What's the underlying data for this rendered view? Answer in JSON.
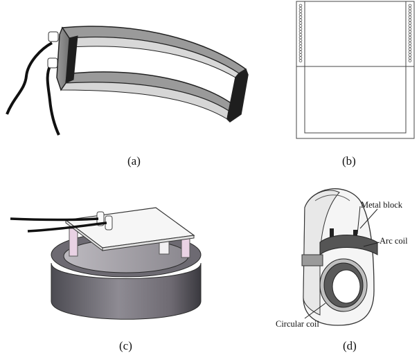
{
  "panels": [
    {
      "id": "a",
      "caption": "(a)"
    },
    {
      "id": "b",
      "caption": "(b)"
    },
    {
      "id": "c",
      "caption": "(c)"
    },
    {
      "id": "d",
      "caption": "(d)"
    }
  ],
  "labels": {
    "metal_block": "Metal  block",
    "arc_coil": "Arc coil",
    "circular_coil": "Circular coil"
  },
  "colors": {
    "line": "#222222",
    "frame_face": "#8c8c8c",
    "frame_light": "#d9d9d9",
    "frame_dark": "#1e1e1e",
    "ring": "#7d7a80",
    "ring_dark": "#3b3a40",
    "plate": "#f4f4f4",
    "pink": "#e9d2e4",
    "cable": "#111111"
  }
}
